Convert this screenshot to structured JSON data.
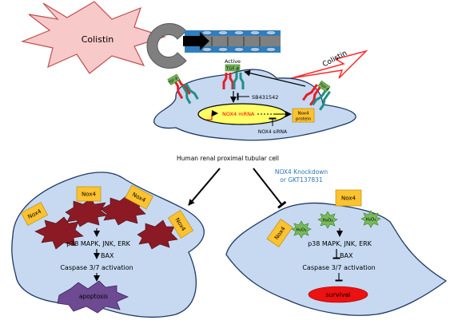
{
  "labels": {
    "colistin_burst": "Colistin",
    "colistin_arrow": "Colistin",
    "active_label": "Active",
    "tgf_active": "TGF-β",
    "tgf_left": "TGF-β",
    "tgf_right": "TGF-β",
    "inhibitor": "SB431542",
    "mrna": "NOX4 mRNA",
    "protein_line1": "Nox4",
    "protein_line2": "protein",
    "sirna": "NOX4 siRNA",
    "cell_label": "Human renal proximal tubular cell",
    "knockdown_line1": "NOX4 Knockdown",
    "knockdown_line2": "or GKT137831",
    "left_nox4_1": "Nox4",
    "left_nox4_2": "Nox4",
    "left_nox4_3": "Nox4",
    "left_nox4_4": "Nox4",
    "left_path1": "p38 MAPK, JNK, ERK",
    "left_path2": "BAX",
    "left_path3": "Caspase 3/7 activation",
    "apoptosis": "apoptosis",
    "right_nox4_1": "Nox4",
    "right_nox4_2": "Nox4",
    "h2o2_1": "H₂O₂",
    "h2o2_2": "H₂O₂",
    "h2o2_3": "H₂O₂",
    "right_path1": "p38 MAPK, JNK, ERK",
    "right_path2": "BAX",
    "right_path3": "Caspase 3/7 activation",
    "survival": "survival"
  },
  "colors": {
    "cell_fill": "#c6d9f1",
    "cell_stroke": "#1f3864",
    "burst_fill": "#f8c9c9",
    "nox4_fill": "#fcc22f",
    "star_fill": "#8b1a24",
    "h2o2_fill": "#77b95b",
    "survival_fill": "#ee1111",
    "apoptosis_fill": "#6e4a93",
    "knockdown_text": "#2e75b6",
    "mrna_text": "#ff0000"
  }
}
